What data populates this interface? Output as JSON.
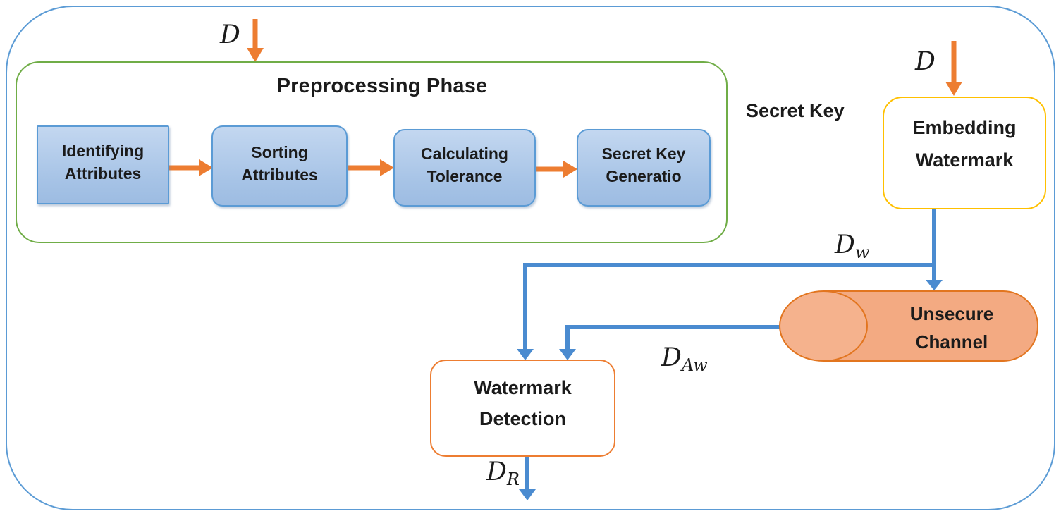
{
  "preprocessing": {
    "title": "Preprocessing Phase",
    "steps": [
      {
        "line1": "Identifying",
        "line2": "Attributes"
      },
      {
        "line1": "Sorting",
        "line2": "Attributes"
      },
      {
        "line1": "Calculating",
        "line2": "Tolerance"
      },
      {
        "line1": "Secret Key",
        "line2": "Generatio"
      }
    ]
  },
  "nodes": {
    "embedding_watermark": {
      "line1": "Embedding",
      "line2": "Watermark"
    },
    "unsecure_channel": {
      "line1": "Unsecure",
      "line2": "Channel"
    },
    "watermark_detection": {
      "line1": "Watermark",
      "line2": "Detection"
    }
  },
  "labels": {
    "secret_key": "Secret Key",
    "d_input_preprocessing": "D",
    "d_input_embedding": "D",
    "dw": {
      "base": "D",
      "sub": "w"
    },
    "daw": {
      "base": "D",
      "sub": "Aw"
    },
    "dr": {
      "base": "D",
      "sub": "R"
    }
  },
  "colors": {
    "outer_border": "#5B9BD5",
    "preprocessing_border": "#70AD47",
    "step_fill_top": "#C3D7F0",
    "step_fill_bottom": "#9DBCE2",
    "step_border": "#5B9BD5",
    "orange_arrow": "#ED7D31",
    "blue_connector": "#4A8BD0",
    "embedding_border": "#FFC000",
    "detection_border": "#ED7D31",
    "channel_fill": "#F3AA82",
    "channel_cap_fill": "#F5B28D",
    "channel_border": "#E2751F",
    "text": "#1B1B1B"
  }
}
